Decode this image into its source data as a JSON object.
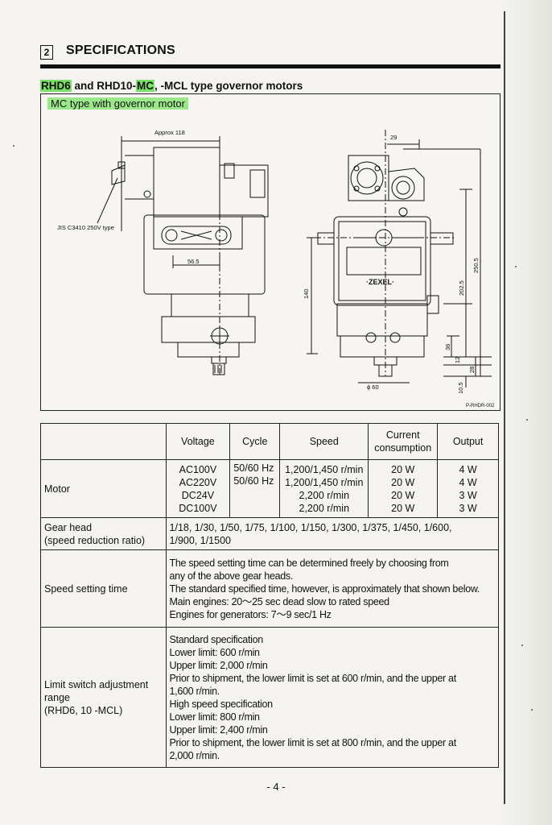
{
  "section": {
    "number": "2",
    "title": "SPECIFICATIONS"
  },
  "subtitle": {
    "part1": "RHD6",
    "part2": " and RHD10-",
    "part3": "MC",
    "part4": ", -MCL type governor motors"
  },
  "figure": {
    "caption": "MC type with governor motor",
    "labels": {
      "approx": "Approx 118",
      "jis": "JIS C3410 250V type",
      "d56": "56.5",
      "d140": "140",
      "d29": "29",
      "d2505": "250.5",
      "d2025": "202.5",
      "d36": "36",
      "d12": "12",
      "d28": "28",
      "d105": "10.5",
      "phi60": "ϕ 60",
      "brand": "·ZEXEL·",
      "ref": "P-RHDR-002"
    }
  },
  "table": {
    "headers": {
      "voltage": "Voltage",
      "cycle": "Cycle",
      "speed": "Speed",
      "current": "Current consumption",
      "output": "Output"
    },
    "motor": {
      "label": "Motor",
      "rows": [
        {
          "voltage": "AC100V",
          "cycle": "50/60 Hz",
          "speed": "1,200/1,450 r/min",
          "current": "20 W",
          "output": "4 W"
        },
        {
          "voltage": "AC220V",
          "cycle": "50/60 Hz",
          "speed": "1,200/1,450 r/min",
          "current": "20 W",
          "output": "4 W"
        },
        {
          "voltage": "DC24V",
          "cycle": "",
          "speed": "2,200 r/min",
          "current": "20 W",
          "output": "3 W"
        },
        {
          "voltage": "DC100V",
          "cycle": "",
          "speed": "2,200 r/min",
          "current": "20 W",
          "output": "3 W"
        }
      ]
    },
    "gear": {
      "label1": "Gear head",
      "label2": "(speed reduction ratio)",
      "line1": "1/18, 1/30, 1/50, 1/75, 1/100, 1/150, 1/300, 1/375, 1/450, 1/600,",
      "line2": "1/900, 1/1500"
    },
    "speed_setting": {
      "label": "Speed setting time",
      "lines": [
        "The speed setting time can be determined freely by choosing from",
        "any of the above gear heads.",
        "The standard specified time, however, is approximately that shown below.",
        "Main engines:  20～25 sec dead slow to rated speed",
        "Engines for generators:  7～9 sec/1 Hz"
      ]
    },
    "limit": {
      "label1": "Limit switch adjustment",
      "label2": "range",
      "label3": "(RHD6, 10 -MCL)",
      "lines": [
        "Standard specification",
        "Lower limit:  600 r/min",
        "Upper limit:  2,000 r/min",
        "Prior to shipment, the lower limit is set at 600 r/min, and the upper at",
        "1,600 r/min.",
        "High speed specification",
        "Lower limit:  800 r/min",
        "Upper limit:  2,400 r/min",
        "Prior to shipment, the lower limit is set at 800 r/min, and the upper at",
        "2,000 r/min."
      ]
    }
  },
  "page_number": "- 4 -"
}
